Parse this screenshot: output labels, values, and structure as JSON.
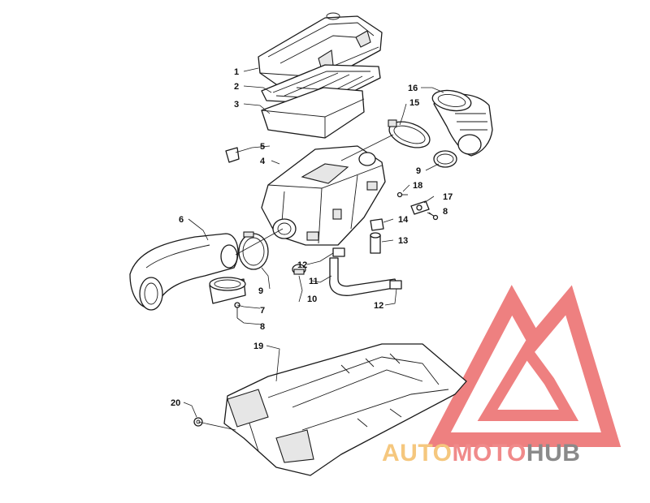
{
  "callouts": [
    {
      "id": "1",
      "label": "1"
    },
    {
      "id": "2",
      "label": "2"
    },
    {
      "id": "3",
      "label": "3"
    },
    {
      "id": "4",
      "label": "4"
    },
    {
      "id": "5",
      "label": "5"
    },
    {
      "id": "6",
      "label": "6"
    },
    {
      "id": "7",
      "label": "7"
    },
    {
      "id": "8a",
      "label": "8"
    },
    {
      "id": "8b",
      "label": "8"
    },
    {
      "id": "9a",
      "label": "9"
    },
    {
      "id": "9b",
      "label": "9"
    },
    {
      "id": "10",
      "label": "10"
    },
    {
      "id": "11",
      "label": "11"
    },
    {
      "id": "12a",
      "label": "12"
    },
    {
      "id": "12b",
      "label": "12"
    },
    {
      "id": "13",
      "label": "13"
    },
    {
      "id": "14",
      "label": "14"
    },
    {
      "id": "15",
      "label": "15"
    },
    {
      "id": "16",
      "label": "16"
    },
    {
      "id": "17",
      "label": "17"
    },
    {
      "id": "18",
      "label": "18"
    },
    {
      "id": "19",
      "label": "19"
    },
    {
      "id": "20",
      "label": "20"
    }
  ],
  "watermark": {
    "part1": "AUTO",
    "part2": "MOTO",
    "part3": "HUB",
    "colors": {
      "auto": "#f5c77e",
      "moto": "#f08a8a",
      "hub": "#8a8a8a",
      "triangle": "#ee8080"
    }
  }
}
